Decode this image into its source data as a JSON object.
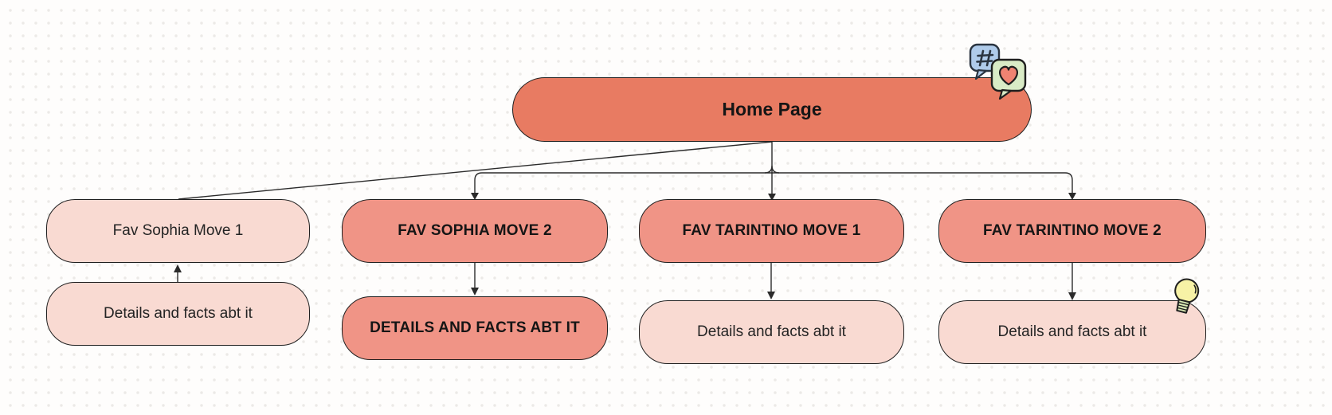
{
  "canvas": {
    "background": "#FEFDFC",
    "dot_color": "#ECEAE7"
  },
  "colors": {
    "root_fill": "#E87B62",
    "move_fill": "#F09486",
    "light_fill": "#F9DAD2",
    "outline": "#1F1F1F",
    "connector": "#2B2B2B",
    "bubble_blue": "#AFCBEA",
    "bubble_green": "#D9EBC6",
    "heart": "#EF8372",
    "bulb_yellow": "#F7F2A6",
    "bulb_base_green": "#D8E8B4"
  },
  "diagram": {
    "root": {
      "label": "Home Page"
    },
    "columns": [
      {
        "move": {
          "label": "Fav Sophia Move 1"
        },
        "detail": {
          "label": "Details and facts abt it"
        }
      },
      {
        "move": {
          "label": "FAV SOPHIA MOVE 2"
        },
        "detail": {
          "label": "DETAILS AND FACTS ABT IT"
        }
      },
      {
        "move": {
          "label": "FAV TARINTINO MOVE 1"
        },
        "detail": {
          "label": "Details and facts abt it"
        }
      },
      {
        "move": {
          "label": "FAV TARINTINO MOVE 2"
        },
        "detail": {
          "label": "Details and facts abt it"
        }
      }
    ],
    "icons": [
      {
        "name": "hashtag-bubble-icon",
        "glyph": "#"
      },
      {
        "name": "heart-bubble-icon"
      },
      {
        "name": "lightbulb-icon"
      }
    ]
  }
}
